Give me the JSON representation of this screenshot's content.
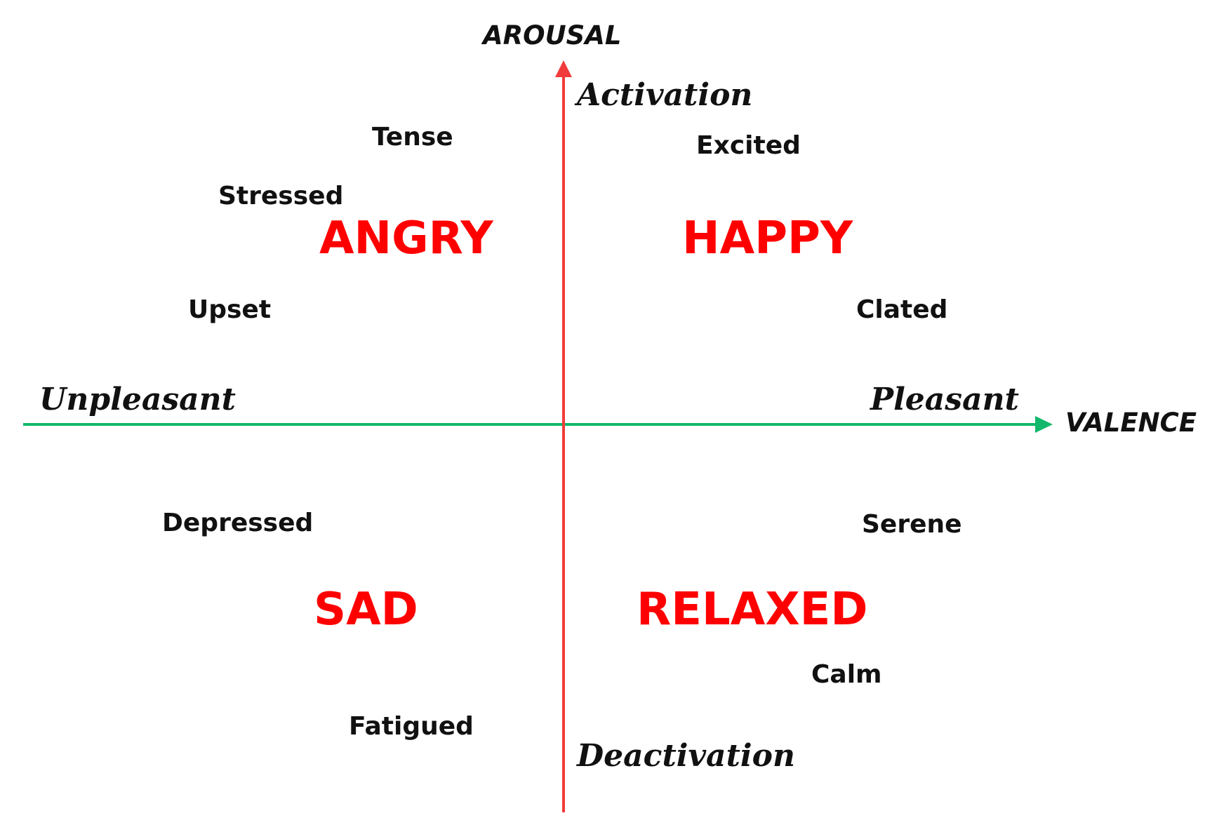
{
  "axes": {
    "vertical": {
      "title": "AROUSAL",
      "top_pole": "Activation",
      "bottom_pole": "Deactivation"
    },
    "horizontal": {
      "title": "VALENCE",
      "left_pole": "Unpleasant",
      "right_pole": "Pleasant"
    }
  },
  "quadrants": {
    "angry": "ANGRY",
    "happy": "HAPPY",
    "sad": "SAD",
    "relaxed": "RELAXED"
  },
  "emotions": {
    "tense": "Tense",
    "stressed": "Stressed",
    "upset": "Upset",
    "excited": "Excited",
    "clated": "Clated",
    "depressed": "Depressed",
    "fatigued": "Fatigued",
    "serene": "Serene",
    "calm": "Calm"
  },
  "colors": {
    "vertical_axis": "#f23c3c",
    "horizontal_axis": "#12b86a",
    "quadrant_text": "#ff0000",
    "text": "#111111"
  }
}
